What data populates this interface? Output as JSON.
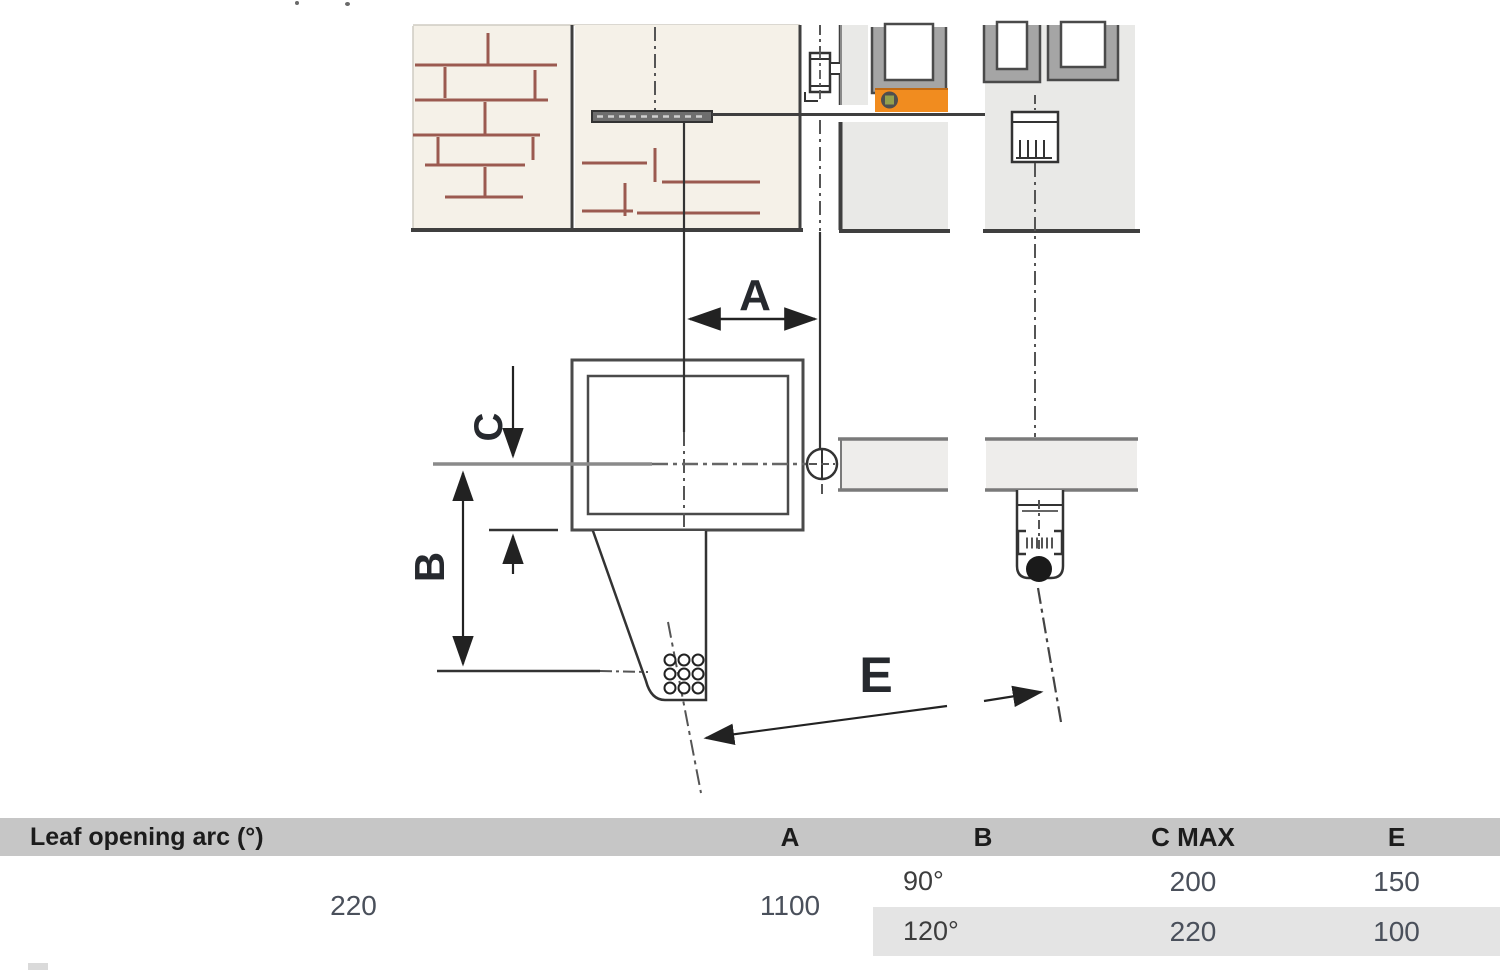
{
  "diagram": {
    "labels": {
      "a": "A",
      "b": "B",
      "c": "C",
      "e": "E"
    },
    "colors": {
      "accent_orange": "#F18C1F",
      "brick_red": "#9B5A50",
      "wall_cream": "#F5F1E8",
      "block_gray": "#E9E9E7",
      "channel_gray": "#A5A5A5",
      "line_dark": "#3F3F3F"
    }
  },
  "table": {
    "header": {
      "arc": "Leaf opening arc (°)",
      "a": "A",
      "b": "B",
      "c_max": "C MAX",
      "e": "E"
    },
    "rows": [
      {
        "arc": "90°",
        "a": "200",
        "c_max": "150"
      },
      {
        "arc": "120°",
        "a": "220",
        "c_max": "100"
      }
    ],
    "merged": {
      "b": "220",
      "e": "1100"
    }
  }
}
